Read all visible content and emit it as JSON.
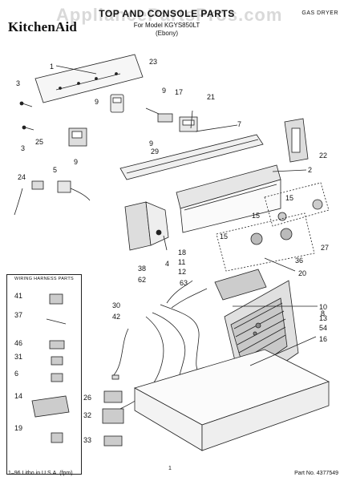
{
  "header": {
    "brand": "KitchenAid",
    "title": "TOP AND CONSOLE PARTS",
    "subtitle_line1": "For Model KGYS850LT",
    "subtitle_line2": "(Ebony)",
    "corner_label": "GAS DRYER",
    "watermark": "AppliancePartsPros.com"
  },
  "harness_panel": {
    "title": "WIRING HARNESS PARTS"
  },
  "callouts": {
    "c1": "1",
    "c3a": "3",
    "c3b": "3",
    "c5": "5",
    "c24": "24",
    "c25": "25",
    "c9a": "9",
    "c9b": "9",
    "c9c": "9",
    "c17": "17",
    "c21": "21",
    "c23": "23",
    "c29": "29",
    "c7": "7",
    "c22": "22",
    "c2": "2",
    "c15a": "15",
    "c15b": "15",
    "c15c": "15",
    "c27": "27",
    "c36": "36",
    "c20": "20",
    "c18": "18",
    "c4": "4",
    "c11": "11",
    "c12": "12",
    "c38": "38",
    "c62": "62",
    "c63": "63",
    "c30": "30",
    "c42": "42",
    "c10": "10",
    "c8": "8",
    "c13": "13",
    "c54": "54",
    "c16": "16",
    "c41": "41",
    "c37": "37",
    "c46": "46",
    "c31": "31",
    "c6": "6",
    "c14": "14",
    "c19": "19",
    "c26": "26",
    "c32": "32",
    "c33": "33"
  },
  "footer": {
    "left": "1–96 Litho in U.S.A. (fpm)",
    "center": "1",
    "right": "Part No. 4377549"
  }
}
